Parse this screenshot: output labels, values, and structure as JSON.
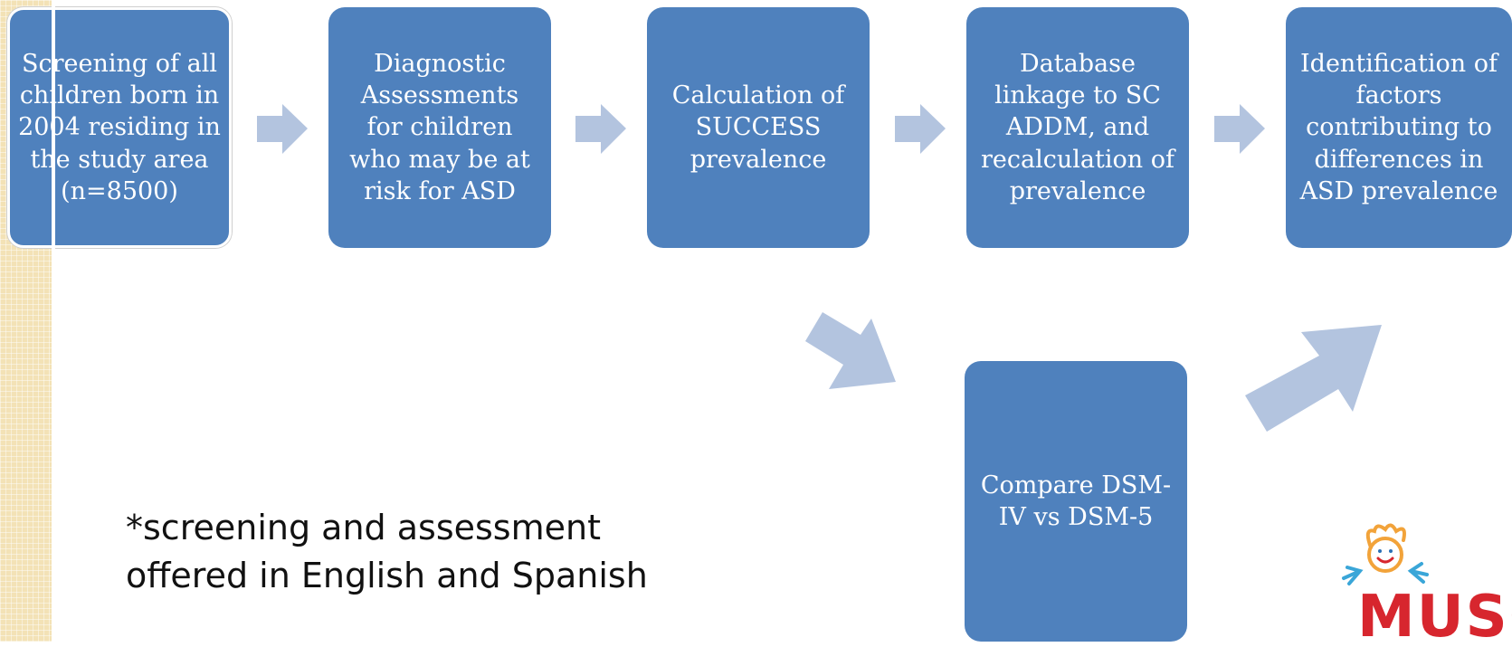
{
  "colors": {
    "box_fill": "#4f81bd",
    "box_text": "#ffffff",
    "arrow_fill": "#b3c4df",
    "side_strip": "#f3e2b6"
  },
  "steps": [
    {
      "text": "Screening of all children born in 2004 residing in the study area\n(n=8500)"
    },
    {
      "text": "Diagnostic Assessments for children who may be at risk for ASD"
    },
    {
      "text": "Calculation of SUCCESS prevalence"
    },
    {
      "text": "Database linkage to SC ADDM, and recalculation of prevalence"
    },
    {
      "text": "Identification of factors contributing to differences in ASD prevalence"
    },
    {
      "text": "Compare DSM-IV vs DSM-5"
    }
  ],
  "footnote": "*screening and assessment\noffered in English and Spanish",
  "logo": {
    "text": "MUSC",
    "icon": "child-drawing-icon"
  }
}
